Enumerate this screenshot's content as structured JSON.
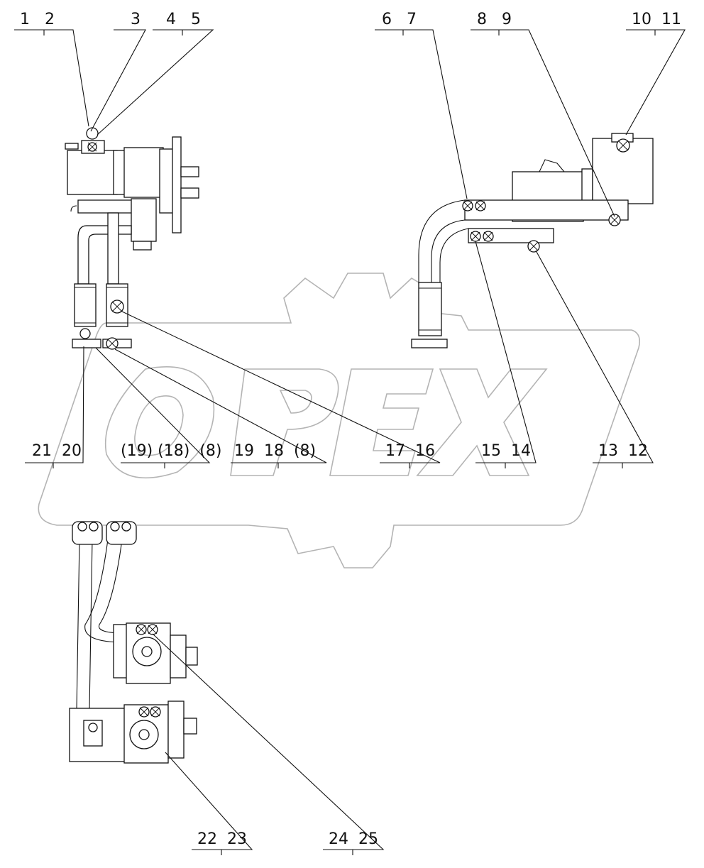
{
  "watermark": {
    "text": "OPEX",
    "color": "#b4b4b4"
  },
  "callouts": [
    {
      "id": "c1",
      "text": "1   2"
    },
    {
      "id": "c2",
      "text": "3"
    },
    {
      "id": "c3",
      "text": "4   5"
    },
    {
      "id": "c4",
      "text": "6   7"
    },
    {
      "id": "c5",
      "text": "8   9"
    },
    {
      "id": "c6",
      "text": "10  11"
    },
    {
      "id": "c7",
      "text": "21  20"
    },
    {
      "id": "c8",
      "text": "(19) (18)  (8)"
    },
    {
      "id": "c9",
      "text": "19  18  (8)"
    },
    {
      "id": "c10",
      "text": "17  16"
    },
    {
      "id": "c11",
      "text": "15  14"
    },
    {
      "id": "c12",
      "text": "13  12"
    },
    {
      "id": "c13",
      "text": "22  23"
    },
    {
      "id": "c14",
      "text": "24  25"
    }
  ],
  "colors": {
    "line": "#111111",
    "background": "#ffffff"
  }
}
